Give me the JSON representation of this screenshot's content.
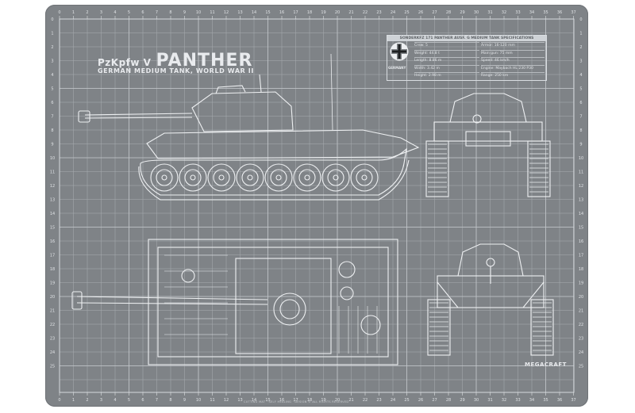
{
  "title": {
    "small": "PzKpfw V",
    "big": "PANTHER",
    "subtitle": "GERMAN MEDIUM TANK, WORLD WAR II"
  },
  "spec": {
    "header": "SONDERKFZ 171 PANTHER AUSF. G MEDIUM TANK SPECIFICATIONS",
    "rows": [
      [
        "Crew: 5",
        "Armor: 16-120 mm"
      ],
      [
        "Weight: 44.8 t",
        "Main gun: 75 mm"
      ],
      [
        "Length: 8.86 m",
        "Speed: 46 km/h"
      ],
      [
        "Width: 3.42 m",
        "Engine: Maybach HL 230 P30"
      ],
      [
        "Height: 2.98 m",
        "Range: 250 km"
      ]
    ]
  },
  "emblem": {
    "label": "GERMANY"
  },
  "logo": "MEGACRAFT",
  "copyright": "CUTTING MAT · SELF HEALING · DESIGN © ALL RIGHTS RESERVED",
  "ruler": {
    "top": [
      "0",
      "1",
      "2",
      "3",
      "4",
      "5",
      "6",
      "7",
      "8",
      "9",
      "10",
      "11",
      "12",
      "13",
      "14",
      "15",
      "16",
      "17",
      "18",
      "19",
      "20",
      "21",
      "22",
      "23",
      "24",
      "25",
      "26",
      "27",
      "28",
      "29",
      "30",
      "31",
      "32",
      "33",
      "34",
      "35",
      "36",
      "37"
    ],
    "left": [
      "0",
      "1",
      "2",
      "3",
      "4",
      "5",
      "6",
      "7",
      "8",
      "9",
      "10",
      "11",
      "12",
      "13",
      "14",
      "15",
      "16",
      "17",
      "18",
      "19",
      "20",
      "21",
      "22",
      "23",
      "24",
      "25"
    ]
  },
  "colors": {
    "mat": "#7f8387",
    "grid": "#a9adb1",
    "line": "#eef0f2"
  }
}
